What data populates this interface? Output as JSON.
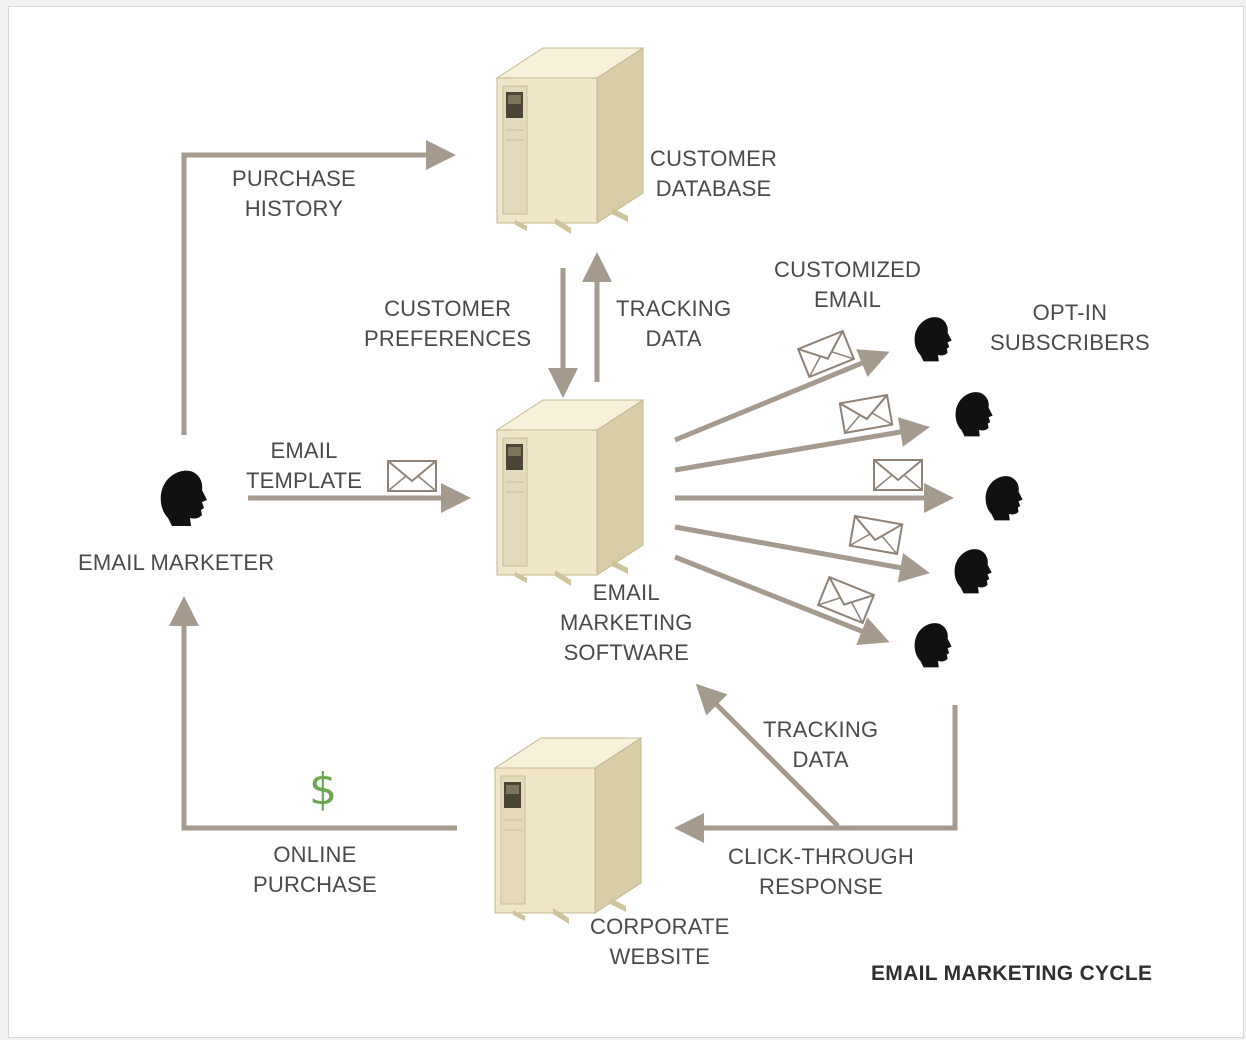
{
  "diagram": {
    "caption": "EMAIL MARKETING CYCLE",
    "colors": {
      "arrow": "#a59a8e",
      "server_front": "#efe7c8",
      "server_side": "#d8cda6",
      "server_top": "#f7f1da",
      "person": "#111111",
      "dollar": "#6aa84f"
    },
    "labels": {
      "purchase_history": [
        "PURCHASE",
        "HISTORY"
      ],
      "customer_database": [
        "CUSTOMER",
        "DATABASE"
      ],
      "customer_preferences": [
        "CUSTOMER",
        "PREFERENCES"
      ],
      "tracking_data_top": [
        "TRACKING",
        "DATA"
      ],
      "customized_email": [
        "CUSTOMIZED",
        "EMAIL"
      ],
      "opt_in_subscribers": [
        "OPT-IN",
        "SUBSCRIBERS"
      ],
      "email_template": [
        "EMAIL",
        "TEMPLATE"
      ],
      "email_marketer": "EMAIL MARKETER",
      "email_marketing_software": [
        "EMAIL",
        "MARKETING",
        "SOFTWARE"
      ],
      "tracking_data_bottom": [
        "TRACKING",
        "DATA"
      ],
      "click_through_response": [
        "CLICK-THROUGH",
        "RESPONSE"
      ],
      "online_purchase": [
        "ONLINE",
        "PURCHASE"
      ],
      "corporate_website": [
        "CORPORATE",
        "WEBSITE"
      ],
      "dollar_sign": "$"
    },
    "icons": {
      "server": "server-tower-icon",
      "person": "person-head-silhouette-icon",
      "envelope": "envelope-icon"
    }
  }
}
